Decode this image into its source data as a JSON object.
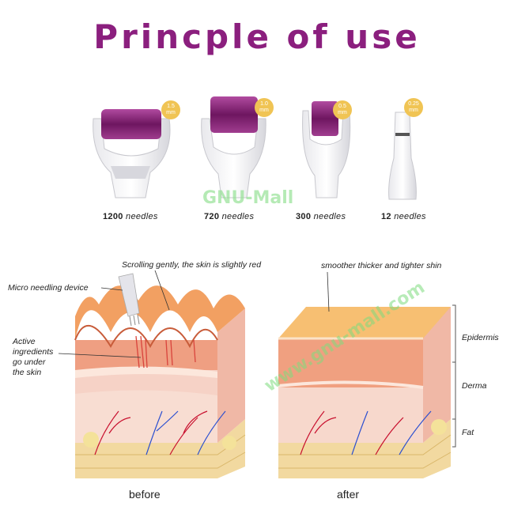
{
  "title": "Princple of use",
  "devices": [
    {
      "size": "1.5",
      "unit": "mm",
      "count": "1200",
      "suffix": " needles"
    },
    {
      "size": "1.0",
      "unit": "mm",
      "count": "720",
      "suffix": " needles"
    },
    {
      "size": "0.5",
      "unit": "mm",
      "count": "300",
      "suffix": " needles"
    },
    {
      "size": "0.25",
      "unit": "mm",
      "count": "12",
      "suffix": " needles"
    }
  ],
  "watermark_top": "GNU-Mall",
  "watermark_diag": "www.gnu-mall.com",
  "annotations": {
    "scrolling": "Scrolling gently, the skin is slightly red",
    "device": "Micro needling device",
    "active_1": "Active",
    "active_2": "ingredients",
    "active_3": "go under",
    "active_4": "the skin",
    "smoother": "smoother thicker and tighter shin"
  },
  "layers": {
    "epidermis": "Epidermis",
    "derma": "Derma",
    "fat": "Fat"
  },
  "captions": {
    "before": "before",
    "after": "after"
  },
  "colors": {
    "title": "#8b1f7e",
    "roller": "#7a1f6a",
    "badge": "#f0c454",
    "epidermis": "#f0a268",
    "derma": "#f3b4a0",
    "fat": "#f8e7a8"
  }
}
